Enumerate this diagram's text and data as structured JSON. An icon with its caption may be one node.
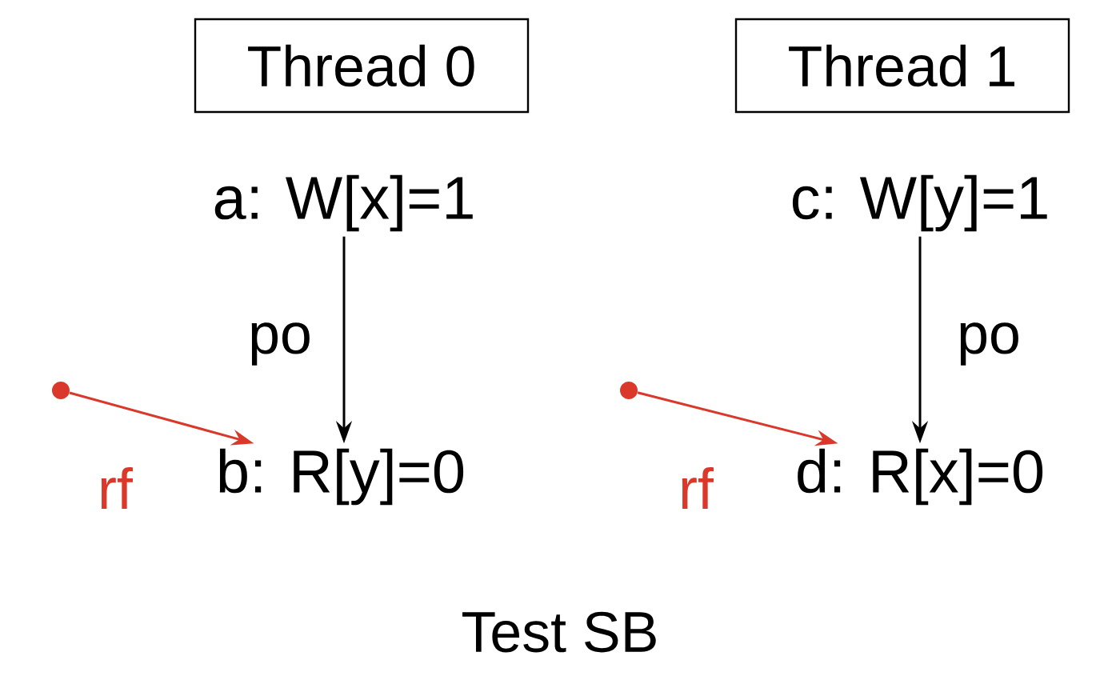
{
  "diagram": {
    "caption": "Test SB",
    "nodes": [
      {
        "text": [
          "Thread 0"
        ]
      },
      {
        "text": [
          "Thread 1"
        ]
      },
      {
        "text": [
          "a: W[x]=1"
        ]
      },
      {
        "text": [
          "b: R[y]=0"
        ]
      },
      {
        "text": [
          "c: W[y]=1"
        ]
      },
      {
        "text": [
          "d: R[x]=0"
        ]
      },
      {
        "text": [],
        "shape": "circle"
      },
      {
        "text": [],
        "shape": "circle"
      }
    ],
    "edges": [
      {
        "from": 2,
        "to": 3,
        "arrow": "to",
        "label": "po"
      },
      {
        "from": 4,
        "to": 5,
        "arrow": "to",
        "label": "po"
      },
      {
        "from": 6,
        "to": 3,
        "arrow": "to",
        "label": "rf",
        "color": "#d9382a"
      },
      {
        "from": 7,
        "to": 5,
        "arrow": "to",
        "label": "rf",
        "color": "#d9382a"
      }
    ]
  }
}
